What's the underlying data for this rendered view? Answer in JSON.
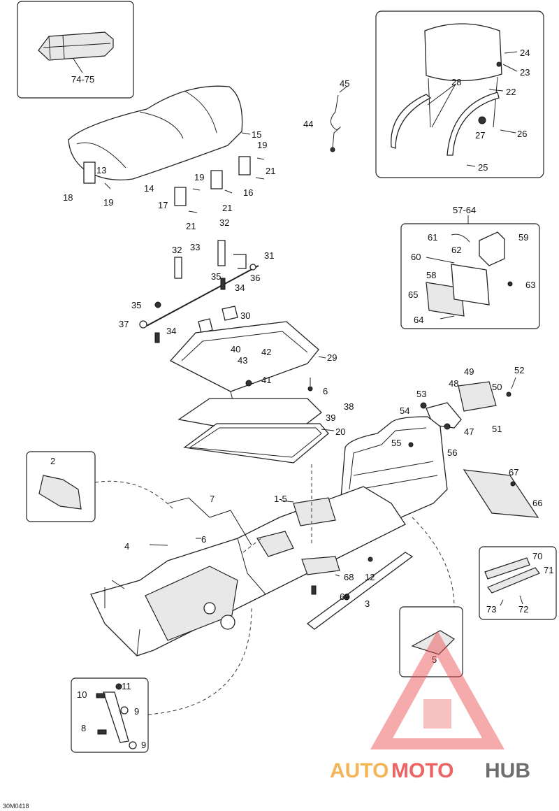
{
  "diagram_code": "30M0418",
  "watermark": {
    "part1": "AUTO",
    "part2": "MOTO",
    "part3": "HUB",
    "color_orange": "#f2a93b",
    "color_red": "#e94a4a",
    "color_dark": "#555555"
  },
  "labels": {
    "l74_75": "74-75",
    "l24": "24",
    "l23": "23",
    "l28": "28",
    "l22": "22",
    "l27": "27",
    "l26": "26",
    "l25": "25",
    "l45": "45",
    "l44": "44",
    "l15": "15",
    "l19a": "19",
    "l21a": "21",
    "l13": "13",
    "l18": "18",
    "l19b": "19",
    "l14": "14",
    "l19c": "19",
    "l16": "16",
    "l17": "17",
    "l21b": "21",
    "l21c": "21",
    "l32a": "32",
    "l57_64": "57-64",
    "l61": "61",
    "l59": "59",
    "l62": "62",
    "l60": "60",
    "l58": "58",
    "l65": "65",
    "l63": "63",
    "l64": "64",
    "l32b": "32",
    "l33": "33",
    "l31": "31",
    "l35a": "35",
    "l36": "36",
    "l34a": "34",
    "l35b": "35",
    "l30": "30",
    "l37": "37",
    "l34b": "34",
    "l40": "40",
    "l42": "42",
    "l29": "29",
    "l43": "43",
    "l41": "41",
    "l6a": "6",
    "l38": "38",
    "l39": "39",
    "l20": "20",
    "l49": "49",
    "l52": "52",
    "l48": "48",
    "l50": "50",
    "l53": "53",
    "l54": "54",
    "l47": "47",
    "l51": "51",
    "l55": "55",
    "l56": "56",
    "l67": "67",
    "l66": "66",
    "l2": "2",
    "l7": "7",
    "l1_5": "1-5",
    "l4": "4",
    "l6b": "6",
    "l68": "68",
    "l12": "12",
    "l69": "69",
    "l3": "3",
    "l70": "70",
    "l71": "71",
    "l73": "73",
    "l72": "72",
    "l5": "5",
    "l10": "10",
    "l11": "11",
    "l9a": "9",
    "l8": "8",
    "l9b": "9"
  }
}
